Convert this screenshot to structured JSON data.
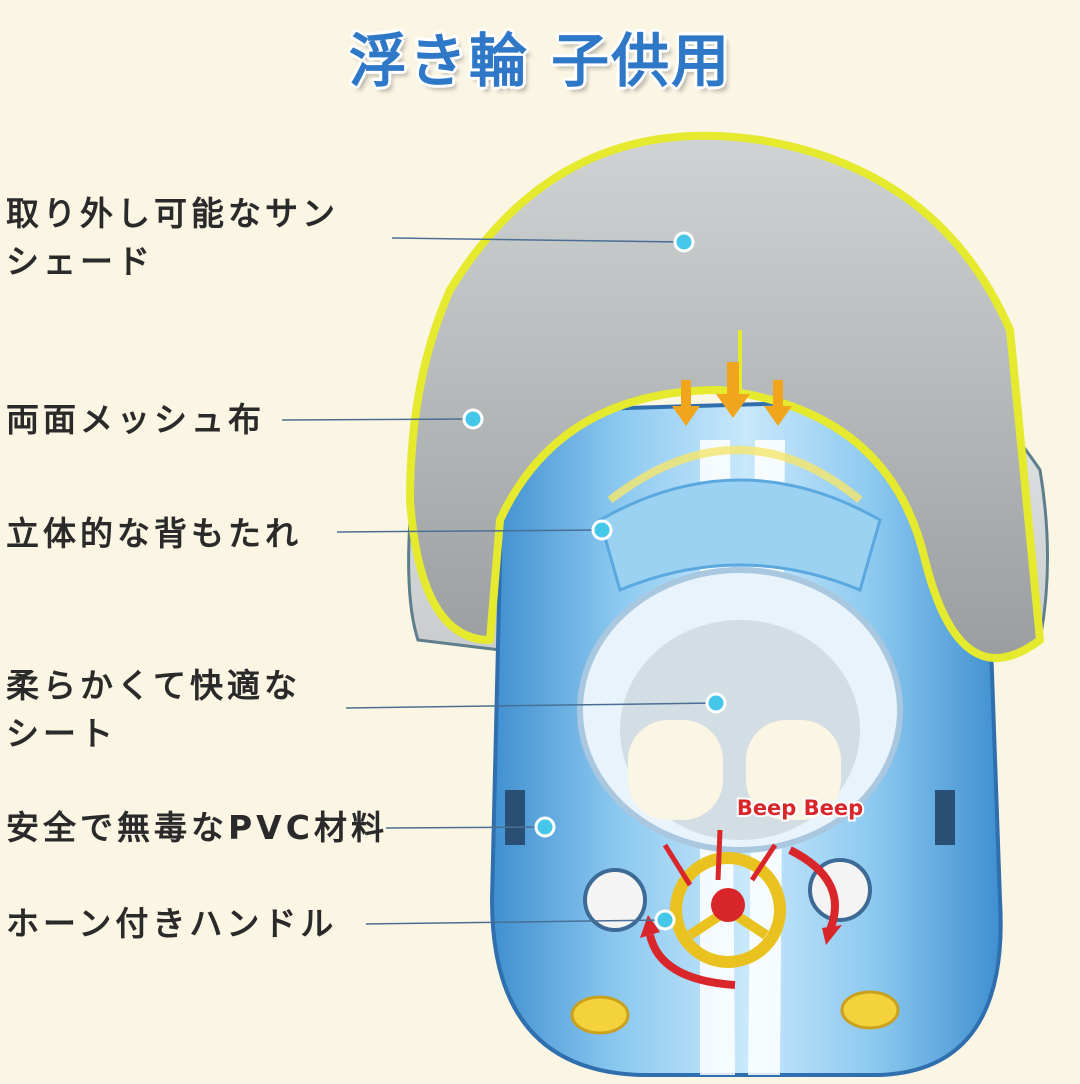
{
  "title": "浮き輪 子供用",
  "annotation": "Beep Beep",
  "features": [
    {
      "id": "sunshade",
      "lines": [
        "取り外し可能なサン",
        "シェード"
      ]
    },
    {
      "id": "mesh",
      "lines": [
        "両面メッシュ布"
      ]
    },
    {
      "id": "backrest",
      "lines": [
        "立体的な背もたれ"
      ]
    },
    {
      "id": "seat",
      "lines": [
        "柔らかくて快適な",
        "シート"
      ]
    },
    {
      "id": "material",
      "lines": [
        "安全で無毒なPVC材料"
      ]
    },
    {
      "id": "horn",
      "lines": [
        "ホーン付きハンドル"
      ]
    }
  ],
  "colors": {
    "background": "#fbf5e4",
    "title": "#2f78c8",
    "canopy": "#a9adad",
    "canopy_trim": "#e6ea2e",
    "float_blue": "#5aa8df",
    "float_light": "#b7def6",
    "dot": "#44c7e8",
    "leader": "#4a6f95",
    "annotation": "#d9262a",
    "arrow": "#f1a51c"
  }
}
